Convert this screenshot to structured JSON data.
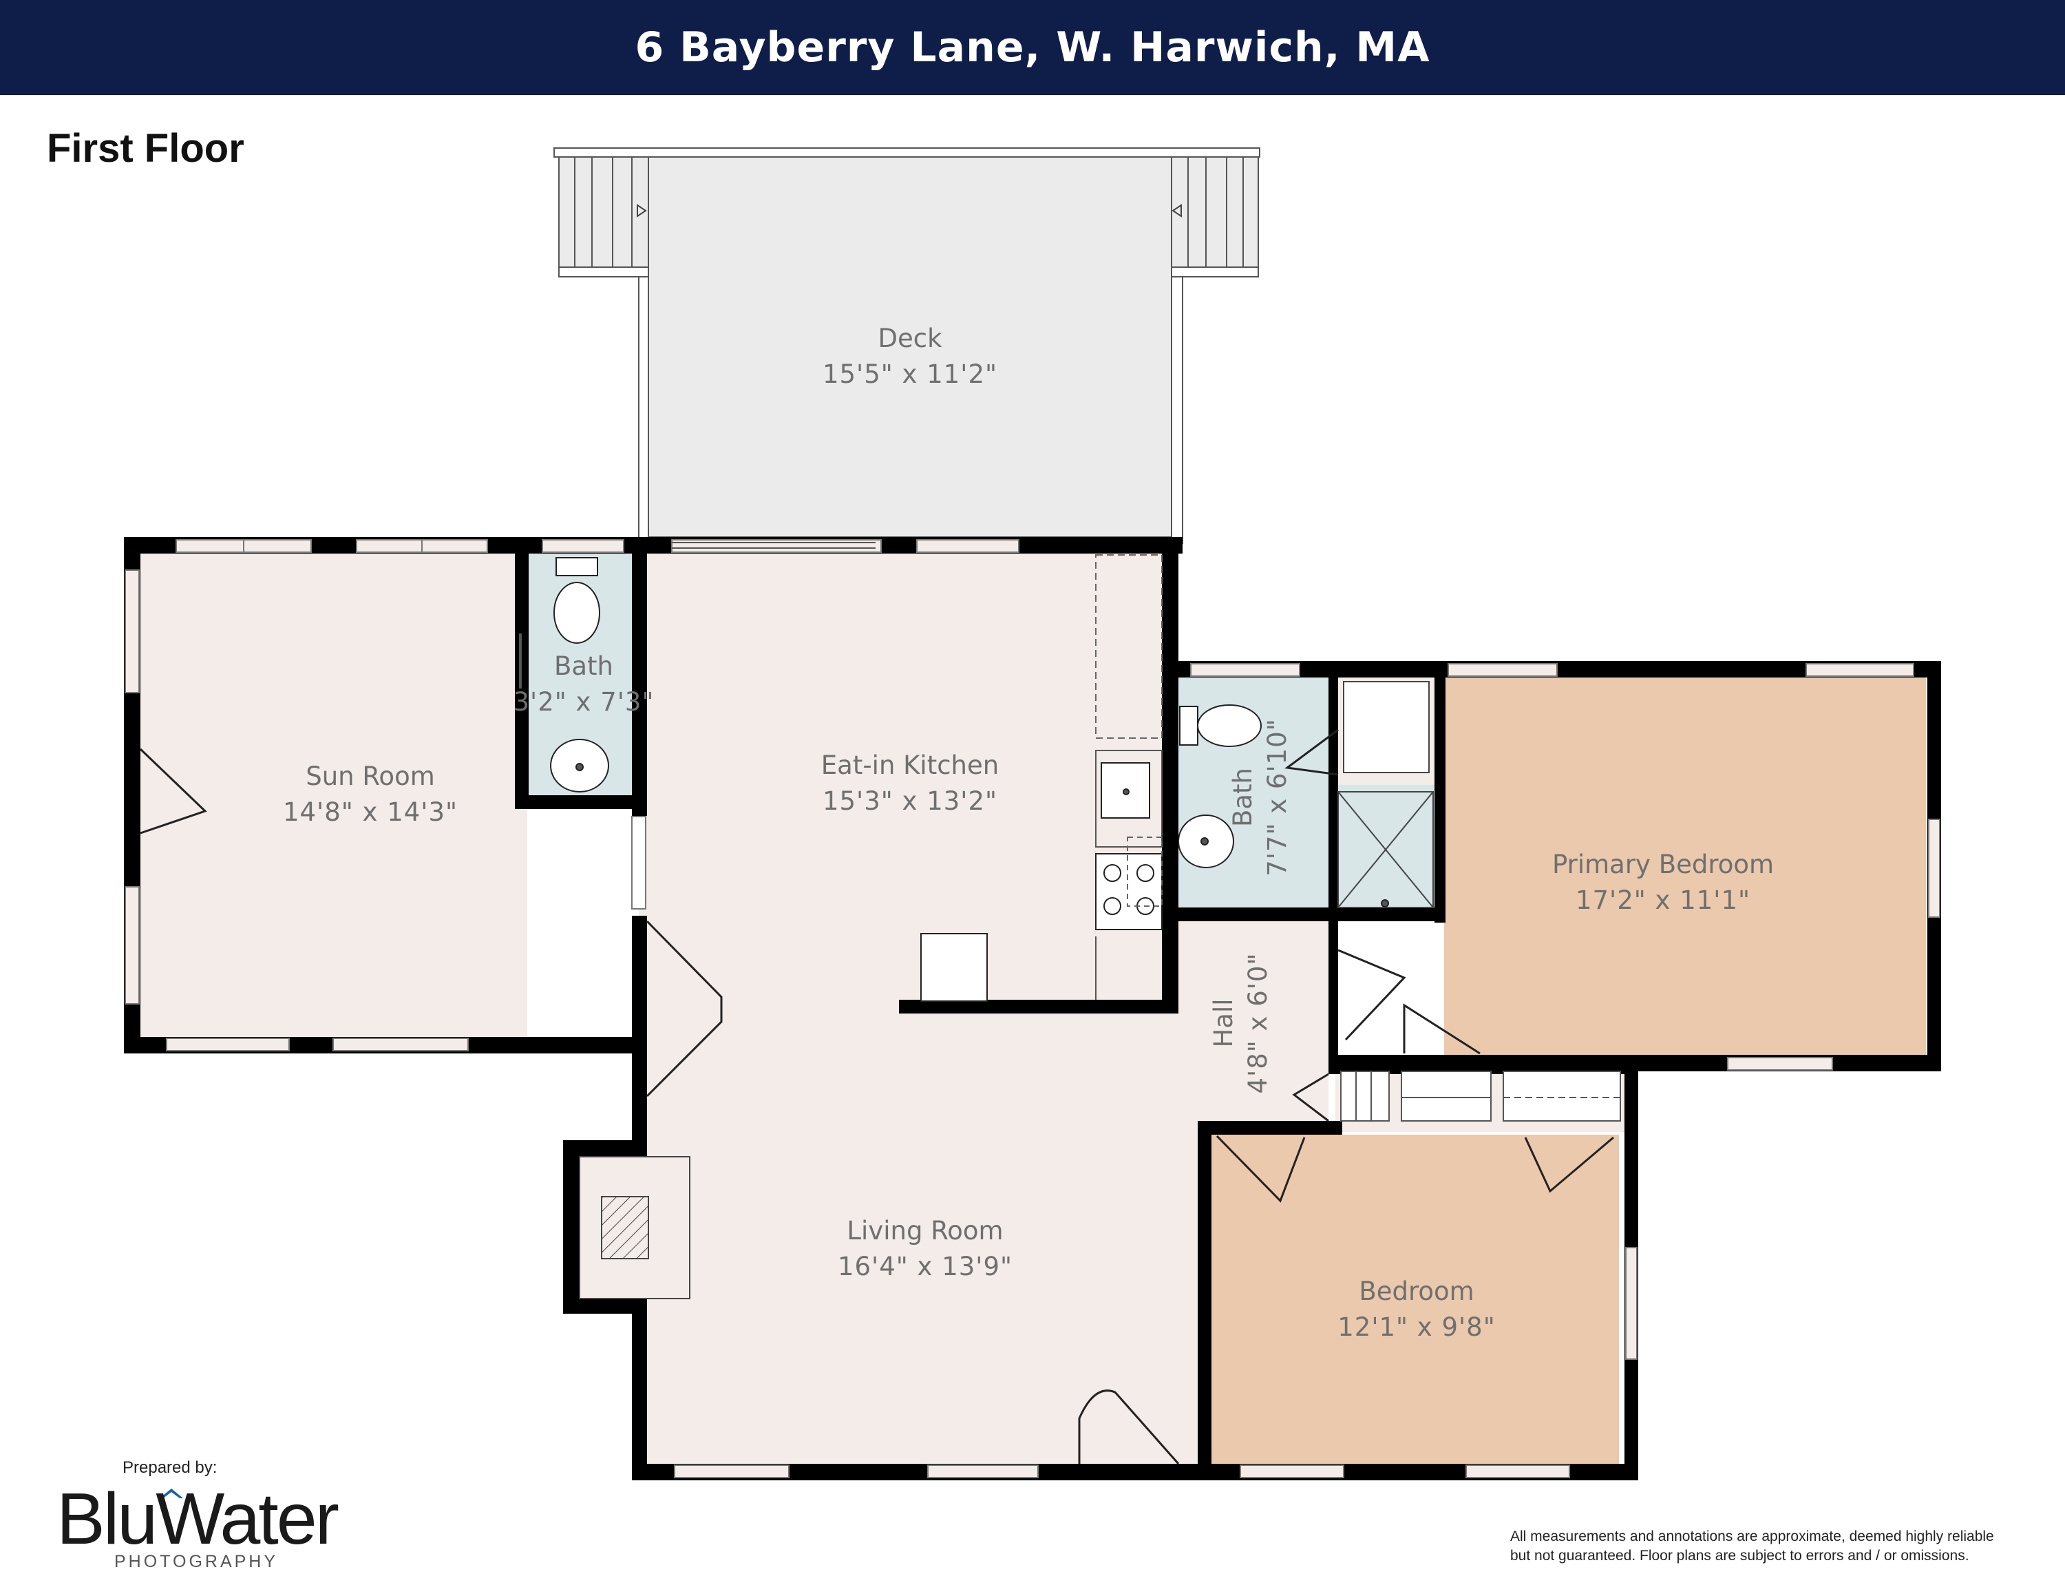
{
  "header": {
    "title": "6 Bayberry Lane, W. Harwich, MA"
  },
  "floor_title": "First Floor",
  "rooms": {
    "deck": {
      "name": "Deck",
      "dims": "15'5\" x 11'2\""
    },
    "sun_room": {
      "name": "Sun Room",
      "dims": "14'8\" x 14'3\""
    },
    "bath_1": {
      "name": "Bath",
      "dims": "3'2\" x 7'3\""
    },
    "kitchen": {
      "name": "Eat-in Kitchen",
      "dims": "15'3\" x 13'2\""
    },
    "bath_2": {
      "name": "Bath",
      "dims": "7'7\" x 6'10\""
    },
    "primary_bedroom": {
      "name": "Primary Bedroom",
      "dims": "17'2\" x 11'1\""
    },
    "hall": {
      "name": "Hall",
      "dims": "4'8\" x 6'0\""
    },
    "living_room": {
      "name": "Living Room",
      "dims": "16'4\" x 13'9\""
    },
    "bedroom": {
      "name": "Bedroom",
      "dims": "12'1\" x 9'8\""
    }
  },
  "colors": {
    "banner": "#0f1d49",
    "room_fill": "#f3ece8",
    "bedroom_fill": "#ebc9ad",
    "bath_fill": "#d8e6e8",
    "deck_fill": "#ebebeb",
    "wall": "#000000"
  },
  "branding": {
    "prepared_by": "Prepared by:",
    "logo_name": "BluWater",
    "logo_sub": "PHOTOGRAPHY"
  },
  "disclaimer": {
    "line1": "All measurements and annotations are approximate, deemed highly reliable",
    "line2": "but not guaranteed. Floor plans are subject to errors and / or omissions."
  }
}
